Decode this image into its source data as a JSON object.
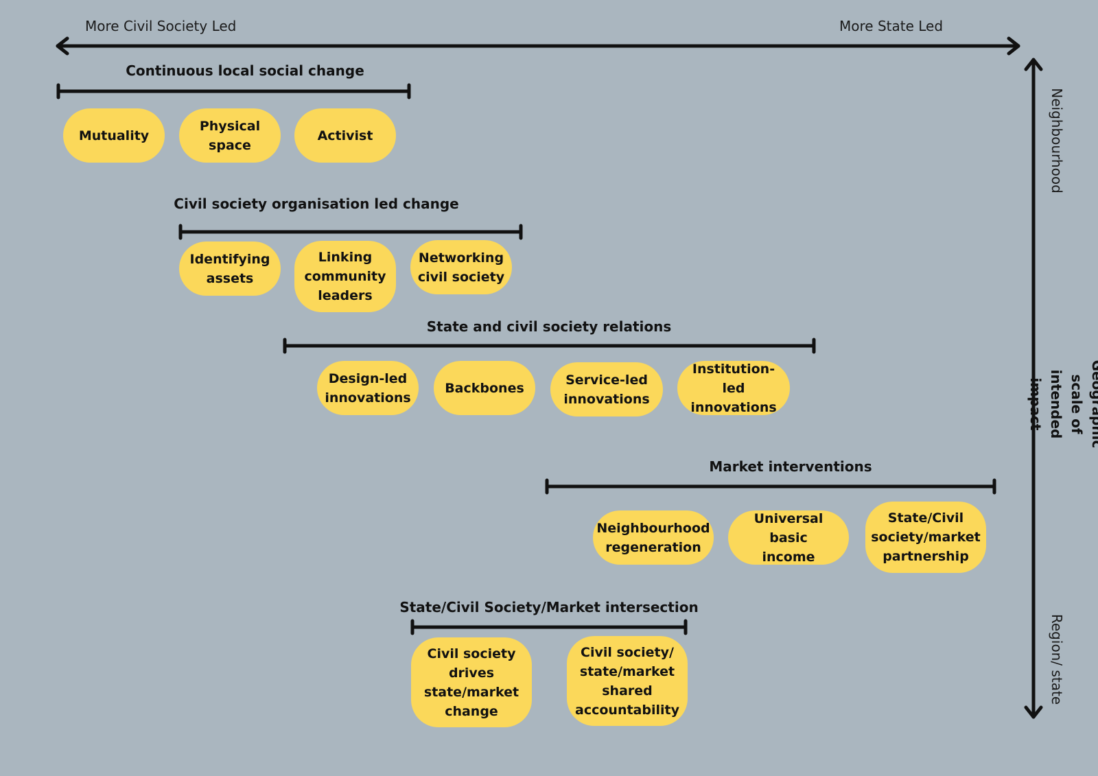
{
  "axis_x": {
    "left_label": "More Civil Society Led",
    "right_label": "More State Led"
  },
  "axis_y": {
    "top_label": "Neighbourhood",
    "bottom_label": "Region/ state",
    "title": "Geographic scale of\nintended impact"
  },
  "groups": [
    {
      "title": "Continuous local social change",
      "items": [
        "Mutuality",
        "Physical\nspace",
        "Activist"
      ]
    },
    {
      "title": "Civil society organisation led change",
      "items": [
        "Identifying\nassets",
        "Linking\ncommunity\nleaders",
        "Networking\ncivil society"
      ]
    },
    {
      "title": "State and civil society relations",
      "items": [
        "Design-led\ninnovations",
        "Backbones",
        "Service-led\ninnovations",
        "Institution-led\ninnovations"
      ]
    },
    {
      "title": "Market interventions",
      "items": [
        "Neighbourhood\nregeneration",
        "Universal basic\nincome",
        "State/Civil\nsociety/market\npartnership"
      ]
    },
    {
      "title": "State/Civil Society/Market intersection",
      "items": [
        "Civil society\ndrives\nstate/market\nchange",
        "Civil society/\nstate/market\nshared\naccountability"
      ]
    }
  ],
  "colors": {
    "background": "#aab6bf",
    "pill": "#fbd85a",
    "line": "#111111"
  }
}
